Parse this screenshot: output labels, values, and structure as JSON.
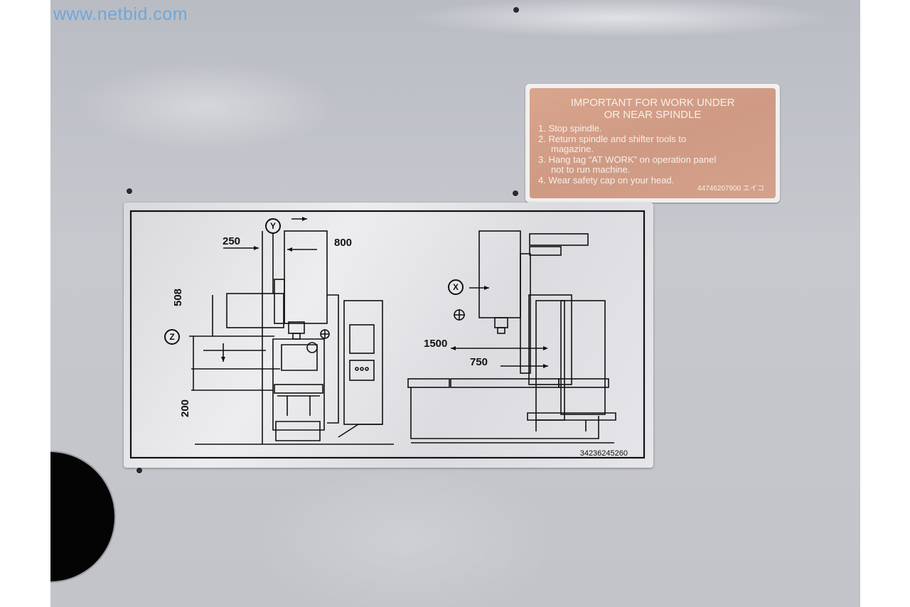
{
  "watermark": "www.netbid.com",
  "warning_plate": {
    "title_line1": "IMPORTANT FOR WORK UNDER",
    "title_line2": "OR NEAR SPINDLE",
    "items": [
      "1. Stop spindle.",
      "2. Return spindle and shifter tools to",
      "magazine.",
      "3. Hang tag “AT WORK” on operation panel",
      "not to run machine.",
      "4. Wear safety cap on your head."
    ],
    "code": "44746207900 エイコ"
  },
  "diagram_plate": {
    "code": "34236245260",
    "axes": {
      "y": "Y",
      "z": "Z",
      "x": "X"
    },
    "dimensions": {
      "d250": "250",
      "d800": "800",
      "d508": "508",
      "d200": "200",
      "d1500": "1500",
      "d750": "750"
    }
  },
  "colors": {
    "wall": "#c3c5cb",
    "warning_plate": "#d4a18b",
    "diagram_plate": "#e3e2e6",
    "watermark": "#6fa7d9"
  }
}
